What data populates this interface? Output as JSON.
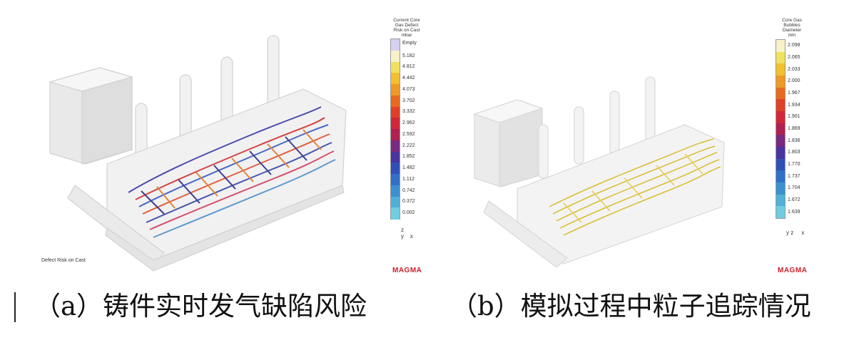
{
  "panel_a": {
    "scale_title": [
      "Current Core",
      "Gas Defect",
      "Risk on Cast",
      "mbar"
    ],
    "empty_label": "Empty",
    "ticks": [
      "5.182",
      "4.812",
      "4.442",
      "4.073",
      "3.702",
      "3.332",
      "2.962",
      "2.592",
      "2.222",
      "1.852",
      "1.482",
      "1.112",
      "0.742",
      "0.372",
      "0.002"
    ],
    "note": "Defect Risk on Cast",
    "logo": "MAGMA",
    "caption": "（a）铸件实时发气缺陷风险"
  },
  "panel_b": {
    "scale_title": [
      "Core Gas",
      "Bubbles",
      "Diameter",
      "mm"
    ],
    "ticks": [
      "2.098",
      "2.065",
      "2.033",
      "2.000",
      "1.967",
      "1.934",
      "1.901",
      "1.869",
      "1.836",
      "1.803",
      "1.770",
      "1.737",
      "1.704",
      "1.672",
      "1.639"
    ],
    "logo": "MAGMA",
    "caption": "（b）模拟过程中粒子追踪情况"
  },
  "colors": {
    "scale": [
      "#f7f2c8",
      "#f2e060",
      "#f0c030",
      "#ee9a28",
      "#e86a20",
      "#e04028",
      "#d02838",
      "#b02050",
      "#7a2880",
      "#4a34a0",
      "#3050b8",
      "#3070c8",
      "#3c90d0",
      "#50b0d8",
      "#70cce0"
    ],
    "empty": "#d8d0f0"
  }
}
